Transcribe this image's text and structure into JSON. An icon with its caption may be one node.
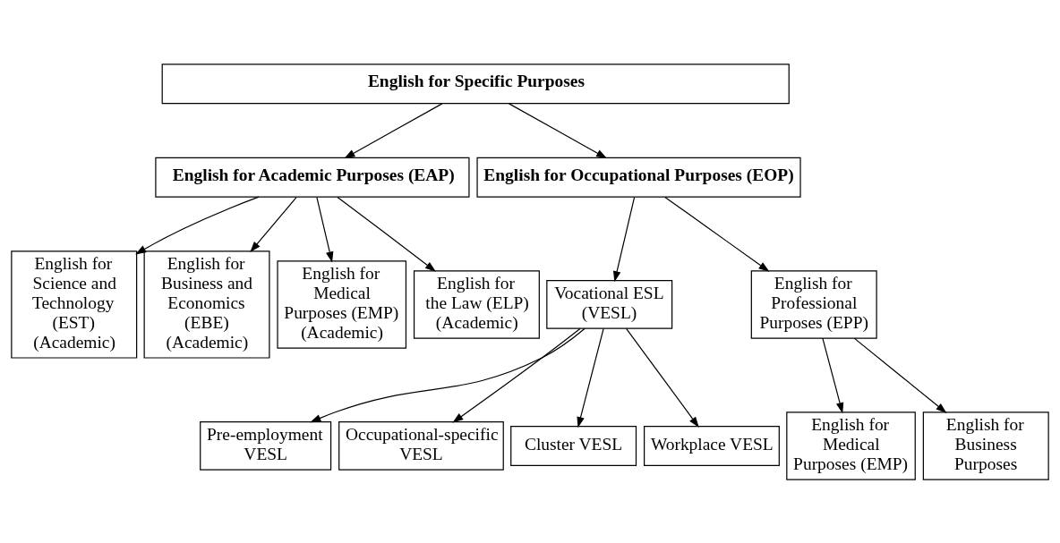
{
  "diagram": {
    "nodes": [
      {
        "text": [
          "English for Specific Purposes"
        ]
      },
      {
        "text": [
          "English for Academic Purposes (EAP)"
        ]
      },
      {
        "text": [
          "English for Occupational Purposes (EOP)"
        ]
      },
      {
        "text": [
          "English for Science and Technology (EST) (Academic)"
        ]
      },
      {
        "text": [
          "English for Business and Economics (EBE) (Academic)"
        ]
      },
      {
        "text": [
          "English for Medical Purposes (EMP) (Academic)"
        ]
      },
      {
        "text": [
          "English for the Law (ELP) (Academic)"
        ]
      },
      {
        "text": [
          "Vocational ESL (VESL)"
        ]
      },
      {
        "text": [
          "English for Professional Purposes (EPP)"
        ]
      },
      {
        "text": [
          "Pre-employment VESL"
        ]
      },
      {
        "text": [
          "Occupational-specific VESL"
        ]
      },
      {
        "text": [
          "Cluster VESL"
        ]
      },
      {
        "text": [
          "Workplace VESL"
        ]
      },
      {
        "text": [
          "English for Medical Purposes (EMP)"
        ]
      },
      {
        "text": [
          "English for Business Purposes"
        ]
      }
    ],
    "edges": [
      {
        "from": 0,
        "to": 1,
        "arrow": "to"
      },
      {
        "from": 0,
        "to": 2,
        "arrow": "to"
      },
      {
        "from": 1,
        "to": 3,
        "arrow": "to"
      },
      {
        "from": 1,
        "to": 4,
        "arrow": "to"
      },
      {
        "from": 1,
        "to": 5,
        "arrow": "to"
      },
      {
        "from": 1,
        "to": 6,
        "arrow": "to"
      },
      {
        "from": 2,
        "to": 7,
        "arrow": "to"
      },
      {
        "from": 2,
        "to": 8,
        "arrow": "to"
      },
      {
        "from": 7,
        "to": 9,
        "arrow": "to"
      },
      {
        "from": 7,
        "to": 10,
        "arrow": "to"
      },
      {
        "from": 7,
        "to": 11,
        "arrow": "to"
      },
      {
        "from": 7,
        "to": 12,
        "arrow": "to"
      },
      {
        "from": 8,
        "to": 13,
        "arrow": "to"
      },
      {
        "from": 8,
        "to": 14,
        "arrow": "to"
      }
    ]
  }
}
